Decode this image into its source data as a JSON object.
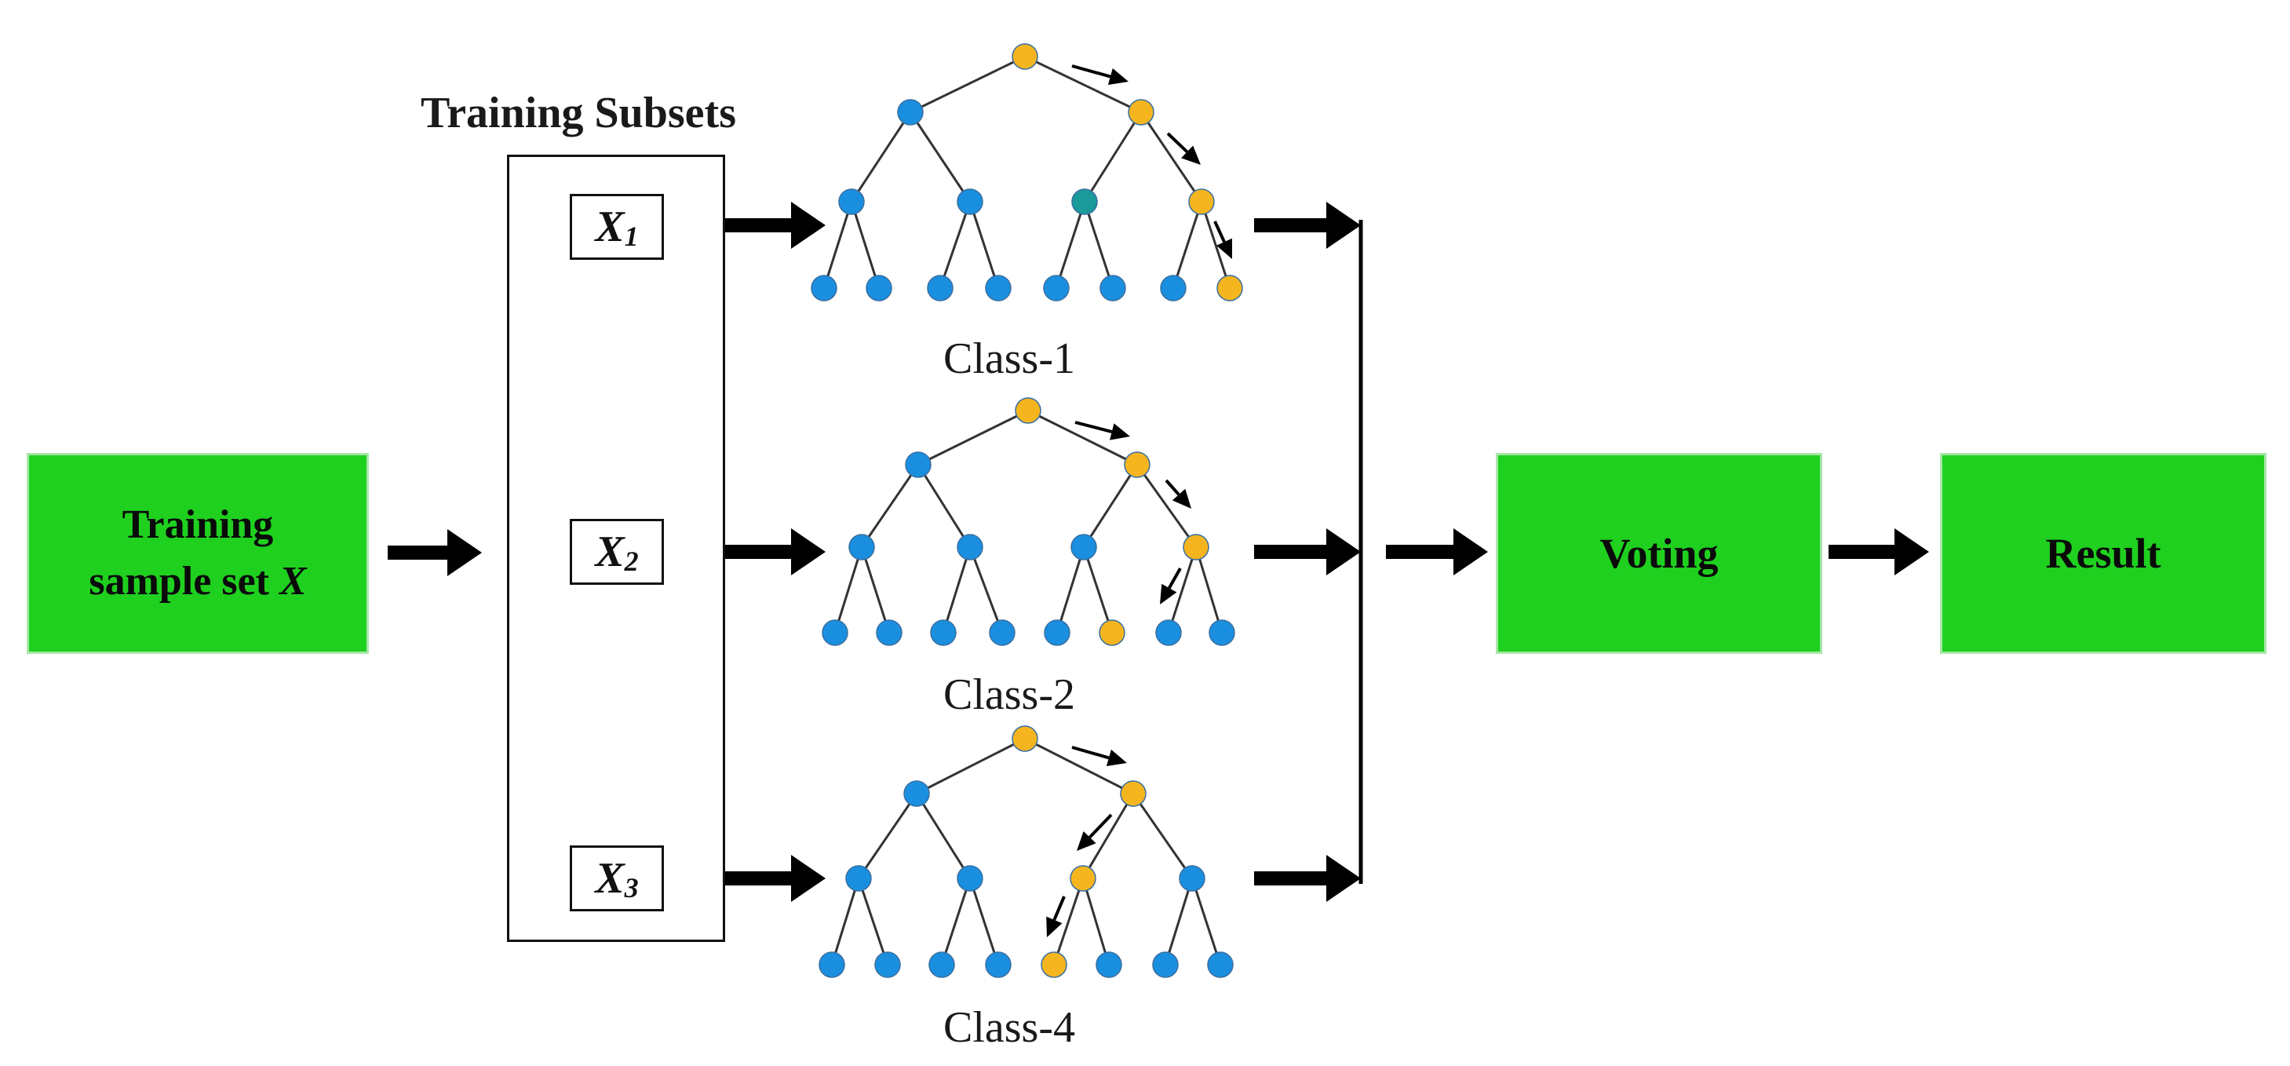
{
  "input_box": {
    "line1": "Training",
    "line2_prefix": "sample set ",
    "line2_var": "X"
  },
  "subsets": {
    "title": "Training Subsets",
    "items": [
      {
        "var": "X",
        "sub": "1"
      },
      {
        "var": "X",
        "sub": "2"
      },
      {
        "var": "X",
        "sub": "3"
      }
    ]
  },
  "trees": [
    {
      "label": "Class-1"
    },
    {
      "label": "Class-2"
    },
    {
      "label": "Class-4"
    }
  ],
  "voting": {
    "label": "Voting"
  },
  "result": {
    "label": "Result"
  },
  "colors": {
    "box_fill": "#1fd01f",
    "node_default": "#1a8fe0",
    "node_path": "#f5b51f",
    "node_alt": "#1a9a9a"
  }
}
